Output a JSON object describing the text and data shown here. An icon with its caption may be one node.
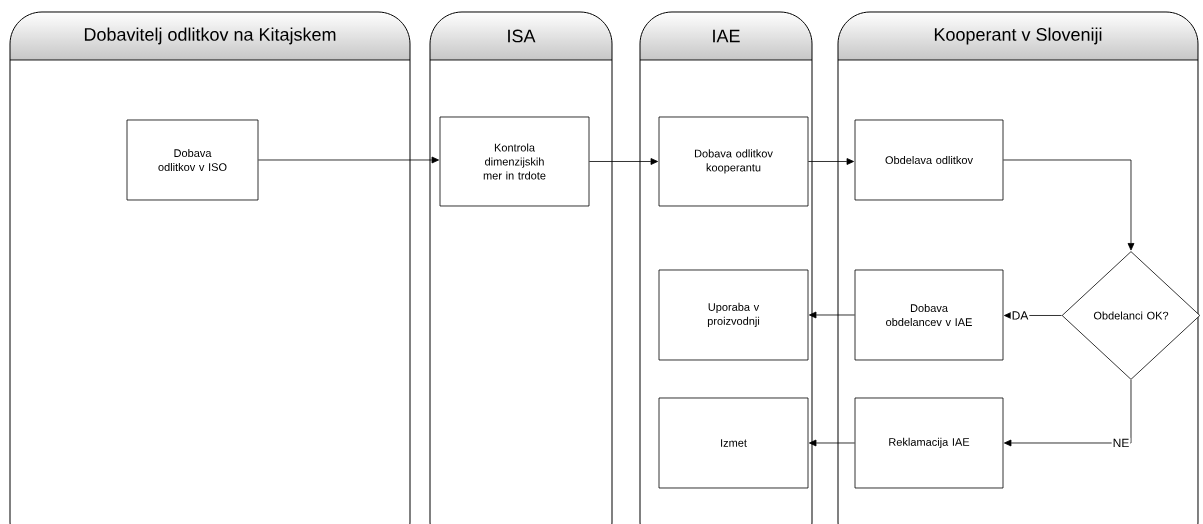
{
  "diagram": {
    "nodes": [
      {
        "text": [
          "Dobavitelj odlitkov na Kitajskem"
        ]
      },
      {
        "text": [
          "ISA"
        ]
      },
      {
        "text": [
          "IAE"
        ]
      },
      {
        "text": [
          "Kooperant v Sloveniji"
        ]
      },
      {
        "text": [
          "Dobava odlitkov v ISO"
        ],
        "in": 0
      },
      {
        "text": [
          "Kontrola dimenzijskih mer in trdote"
        ],
        "in": 1
      },
      {
        "text": [
          "Dobava odlitkov kooperantu"
        ],
        "in": 2
      },
      {
        "text": [
          "Obdelava odlitkov"
        ],
        "in": 3
      },
      {
        "text": [
          "Obdelanci OK?"
        ],
        "in": 3
      },
      {
        "text": [
          "Dobava obdelancev v IAE"
        ],
        "in": 3
      },
      {
        "text": [
          "Uporaba v proizvodnji"
        ],
        "in": 2
      },
      {
        "text": [
          "Reklamacija IAE"
        ],
        "in": 3
      },
      {
        "text": [
          "Izmet"
        ],
        "in": 2
      }
    ],
    "edges": [
      {
        "from": 4,
        "to": 5,
        "arrow": "to"
      },
      {
        "from": 5,
        "to": 6,
        "arrow": "to"
      },
      {
        "from": 6,
        "to": 7,
        "arrow": "to"
      },
      {
        "from": 7,
        "to": 8,
        "arrow": "to"
      },
      {
        "from": 8,
        "to": 9,
        "arrow": "to",
        "label": "DA"
      },
      {
        "from": 9,
        "to": 10,
        "arrow": "to"
      },
      {
        "from": 8,
        "to": 11,
        "arrow": "to",
        "label": "NE"
      },
      {
        "from": 11,
        "to": 12,
        "arrow": "to"
      }
    ]
  }
}
